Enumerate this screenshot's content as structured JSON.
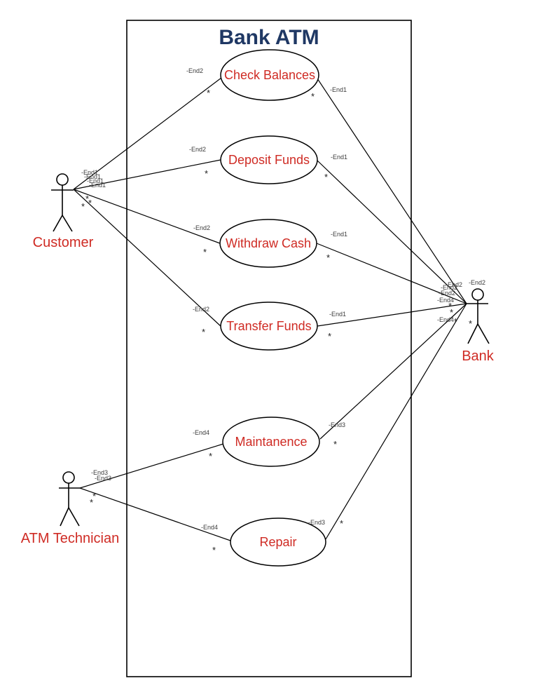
{
  "title": "Bank ATM",
  "colors": {
    "title_text": "#1F3864",
    "use_case_text": "#CF2B24",
    "actor_label_text": "#CF2B24",
    "line": "#000000",
    "end_label_text": "#3D3D3D",
    "background": "#FFFFFF"
  },
  "actors": {
    "customer": {
      "label": "Customer"
    },
    "bank": {
      "label": "Bank"
    },
    "technician": {
      "label": "ATM Technician"
    }
  },
  "use_cases": [
    {
      "label": "Check Balances"
    },
    {
      "label": "Deposit Funds"
    },
    {
      "label": "Withdraw Cash"
    },
    {
      "label": "Transfer Funds"
    },
    {
      "label": "Maintanence"
    },
    {
      "label": "Repair"
    }
  ],
  "labels": {
    "end1": "-End1",
    "end2": "-End2",
    "end3": "-End3",
    "end4": "-End4",
    "star": "*"
  },
  "associations": [
    {
      "from": "Customer",
      "to": "Check Balances",
      "from_end": "-End1",
      "to_end": "-End2"
    },
    {
      "from": "Customer",
      "to": "Deposit Funds",
      "from_end": "-End1",
      "to_end": "-End2"
    },
    {
      "from": "Customer",
      "to": "Withdraw Cash",
      "from_end": "-End1",
      "to_end": "-End2"
    },
    {
      "from": "Customer",
      "to": "Transfer Funds",
      "from_end": "-End1",
      "to_end": "-End2"
    },
    {
      "from": "Bank",
      "to": "Check Balances",
      "from_end": "-End2",
      "to_end": "-End1"
    },
    {
      "from": "Bank",
      "to": "Deposit Funds",
      "from_end": "-End2",
      "to_end": "-End1"
    },
    {
      "from": "Bank",
      "to": "Withdraw Cash",
      "from_end": "-End2",
      "to_end": "-End1"
    },
    {
      "from": "Bank",
      "to": "Transfer Funds",
      "from_end": "-End2",
      "to_end": "-End1"
    },
    {
      "from": "Bank",
      "to": "Maintanence",
      "from_end": "-End4",
      "to_end": "-End3"
    },
    {
      "from": "Bank",
      "to": "Repair",
      "from_end": "-End4",
      "to_end": "-End3"
    },
    {
      "from": "ATM Technician",
      "to": "Maintanence",
      "from_end": "-End3",
      "to_end": "-End4"
    },
    {
      "from": "ATM Technician",
      "to": "Repair",
      "from_end": "-End3",
      "to_end": "-End4"
    }
  ]
}
